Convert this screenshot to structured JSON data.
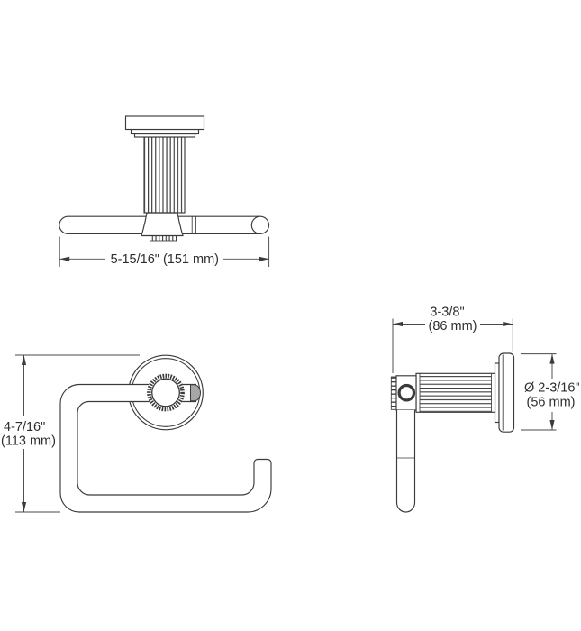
{
  "colors": {
    "background": "#ffffff",
    "line": "#3a3a3a",
    "dimension_line": "#4a4a4a",
    "text": "#2e2e2e",
    "shade": "#a6a6a6"
  },
  "views": {
    "top": {
      "width_dim": {
        "label": "5-15/16\" (151 mm)"
      }
    },
    "front": {
      "height_dim": {
        "inches": "4-7/16\"",
        "mm": "(113 mm)"
      }
    },
    "side": {
      "depth_dim": {
        "inches": "3-3/8\"",
        "mm": "(86 mm)"
      },
      "diameter_dim": {
        "inches": "Ø 2-3/16\"",
        "mm": "(56 mm)"
      }
    }
  }
}
